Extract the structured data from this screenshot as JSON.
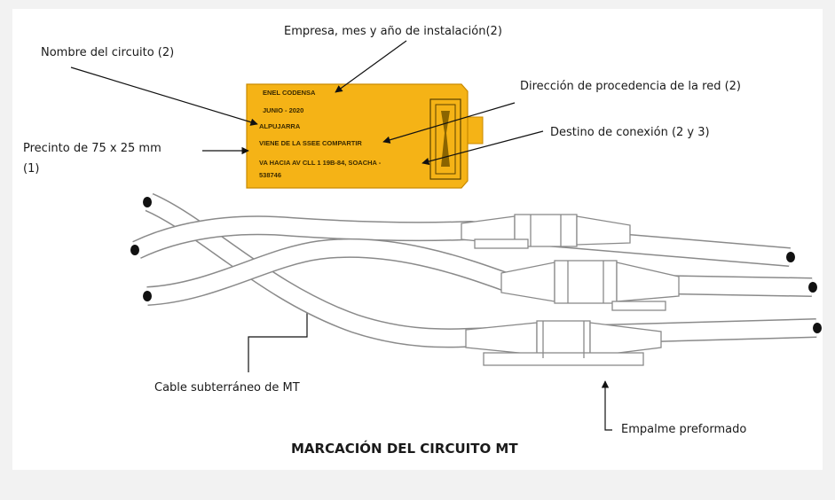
{
  "tag": {
    "lines": [
      "ENEL CODENSA",
      "JUNIO - 2020",
      "ALPUJARRA",
      "VIENE DE LA SSEE COMPARTIR",
      "VA HACIA AV CLL 1 19B-84, SOACHA -",
      "538746"
    ],
    "color": "#f5b316",
    "border_color": "#c98a00"
  },
  "labels": {
    "company": "Empresa, mes y año de instalación(2)",
    "circuit_name": "Nombre del circuito (2)",
    "direction": "Dirección de procedencia de la red (2)",
    "destination": "Destino de conexión (2 y 3)",
    "seal_line1": "Precinto de 75 x 25 mm",
    "seal_line2": "(1)",
    "cable": "Cable subterráneo de MT",
    "splice": "Empalme preformado"
  },
  "caption": "MARCACIÓN DEL CIRCUITO MT"
}
